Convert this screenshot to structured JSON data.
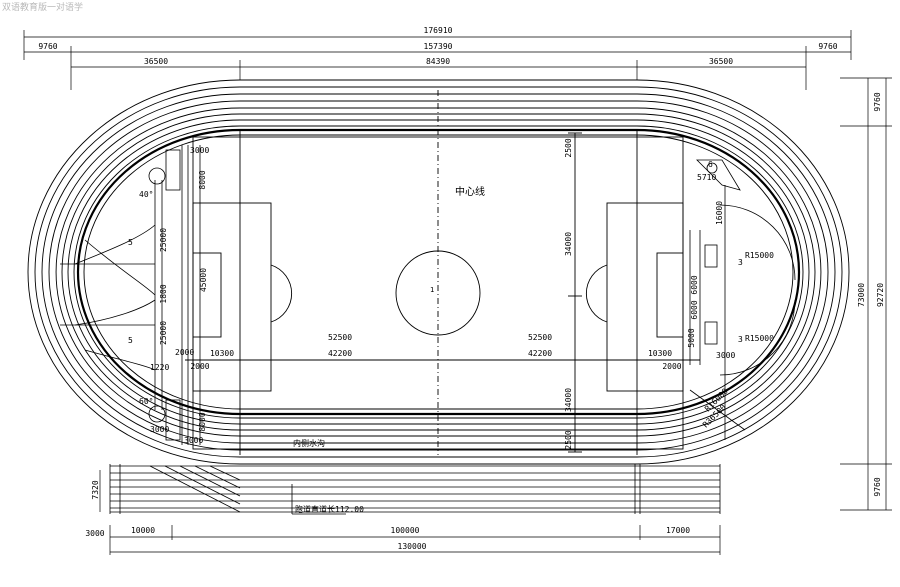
{
  "watermark": "双语教育版一对语学",
  "dimensions": {
    "overall_width": "176910",
    "outer_left": "9760",
    "inner_width": "157390",
    "outer_right": "9760",
    "curve_left": "36500",
    "straight": "84390",
    "curve_right": "36500",
    "right_top": "9760",
    "right_mid": "73000",
    "right_total": "92720",
    "right_bottom": "9760",
    "bottom_left_small": "10000",
    "bottom_mid": "100000",
    "bottom_right": "17000",
    "bottom_total": "130000",
    "bottom_offset": "3000",
    "left_vertical": "7320"
  },
  "field": {
    "center_line_label": "中心线",
    "center_circle_label": "1",
    "half_length_left": "52500",
    "half_length_right": "52500",
    "center_to_box_left": "42200",
    "center_to_box_right": "42200",
    "box_depth_left": "10300",
    "box_depth_right": "10300",
    "goal_offset_left": "2000",
    "goal_offset_right": "2000",
    "half_width_top": "34000",
    "half_width_bottom": "34000",
    "margin_top": "2500",
    "margin_bottom": "2500",
    "inner_drain_label": "内侧水沟",
    "left_box_height": "45000"
  },
  "left_end": {
    "dim_top": "3000",
    "dim_upper": "8000",
    "dim_25000_a": "25000",
    "dim_1800": "1800",
    "dim_25000_b": "25000",
    "dim_lower": "8000",
    "dim_bottom": "3000",
    "small_3000": "3000",
    "small_1220": "1220",
    "small_2000": "2000",
    "angle_top": "40°",
    "angle_bottom": "60°",
    "sector_a": "5",
    "sector_b": "5"
  },
  "right_end": {
    "dim_5710": "5710",
    "label_6": "6",
    "dim_16000": "16000",
    "dim_6000_a": "6000",
    "dim_6000_b": "6000",
    "dim_5000": "5000",
    "dim_3000": "3000",
    "r15000_a": "R15000",
    "r15000_b": "R15000",
    "r16000": "R16000",
    "r36500": "R36500",
    "label_3a": "3",
    "label_3b": "3"
  },
  "straight_label": "跑道直道长112.00",
  "colors": {
    "line": "#000000",
    "background": "#ffffff",
    "watermark": "#b9b9b9"
  }
}
